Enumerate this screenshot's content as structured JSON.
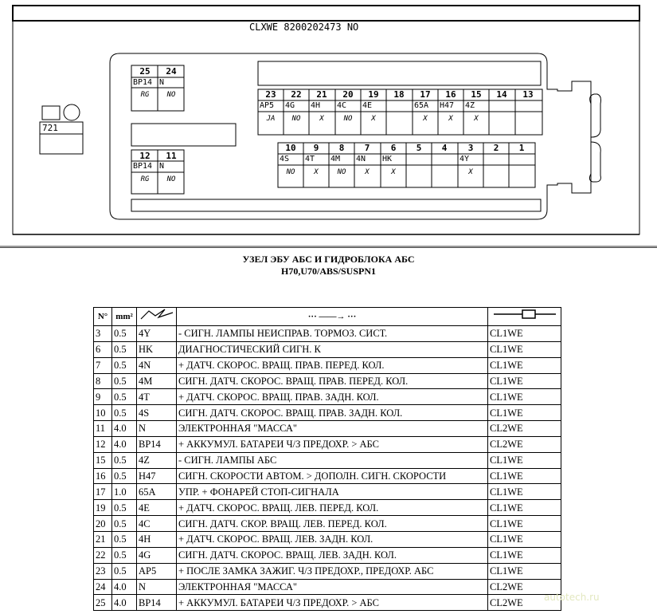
{
  "diagram": {
    "header_code": "CLXWE 8200202473 NO",
    "side_label": "721",
    "connector_a": {
      "pins": [
        {
          "num": "25",
          "code": "BP14",
          "sub": "RG"
        },
        {
          "num": "24",
          "code": "N",
          "sub": "NO"
        }
      ]
    },
    "connector_b": {
      "pins": [
        {
          "num": "12",
          "code": "BP14",
          "sub": "RG"
        },
        {
          "num": "11",
          "code": "N",
          "sub": "NO"
        }
      ]
    },
    "main_top_row": [
      {
        "num": "23",
        "code": "AP5",
        "sub": "JA"
      },
      {
        "num": "22",
        "code": "4G",
        "sub": "NO"
      },
      {
        "num": "21",
        "code": "4H",
        "sub": "X"
      },
      {
        "num": "20",
        "code": "4C",
        "sub": "NO"
      },
      {
        "num": "19",
        "code": "4E",
        "sub": "X"
      },
      {
        "num": "18",
        "code": "",
        "sub": ""
      },
      {
        "num": "17",
        "code": "65A",
        "sub": "X"
      },
      {
        "num": "16",
        "code": "H47",
        "sub": "X"
      },
      {
        "num": "15",
        "code": "4Z",
        "sub": "X"
      },
      {
        "num": "14",
        "code": "",
        "sub": ""
      },
      {
        "num": "13",
        "code": "",
        "sub": ""
      }
    ],
    "main_bottom_row": [
      {
        "num": "10",
        "code": "4S",
        "sub": "NO"
      },
      {
        "num": "9",
        "code": "4T",
        "sub": "X"
      },
      {
        "num": "8",
        "code": "4M",
        "sub": "NO"
      },
      {
        "num": "7",
        "code": "4N",
        "sub": "X"
      },
      {
        "num": "6",
        "code": "HK",
        "sub": "X"
      },
      {
        "num": "5",
        "code": "",
        "sub": ""
      },
      {
        "num": "4",
        "code": "",
        "sub": ""
      },
      {
        "num": "3",
        "code": "4Y",
        "sub": "X"
      },
      {
        "num": "2",
        "code": "",
        "sub": ""
      },
      {
        "num": "1",
        "code": "",
        "sub": ""
      }
    ]
  },
  "title": {
    "line1": "УЗЕЛ ЭБУ АБС И ГИДРОБЛОКА АБС",
    "line2": "H70,U70/ABS/SUSPN1"
  },
  "table": {
    "headers": {
      "no": "N°",
      "mm": "mm²",
      "code_icon": "wire-icon",
      "desc": "··· ——→ ···",
      "conn_icon": "connector-icon"
    },
    "rows": [
      {
        "no": "3",
        "mm": "0.5",
        "code": "4Y",
        "desc": "- СИГН. ЛАМПЫ НЕИСПРАВ. ТОРМОЗ. СИСТ.",
        "conn": "CL1WE"
      },
      {
        "no": "6",
        "mm": "0.5",
        "code": "HK",
        "desc": "ДИАГНОСТИЧЕСКИЙ СИГН. К",
        "conn": "CL1WE"
      },
      {
        "no": "7",
        "mm": "0.5",
        "code": "4N",
        "desc": "+ ДАТЧ. СКОРОС. ВРАЩ. ПРАВ. ПЕРЕД. КОЛ.",
        "conn": "CL1WE"
      },
      {
        "no": "8",
        "mm": "0.5",
        "code": "4M",
        "desc": "СИГН. ДАТЧ. СКОРОС. ВРАЩ. ПРАВ. ПЕРЕД. КОЛ.",
        "conn": "CL1WE"
      },
      {
        "no": "9",
        "mm": "0.5",
        "code": "4T",
        "desc": "+ ДАТЧ. СКОРОС. ВРАЩ. ПРАВ. ЗАДН. КОЛ.",
        "conn": "CL1WE"
      },
      {
        "no": "10",
        "mm": "0.5",
        "code": "4S",
        "desc": "СИГН. ДАТЧ. СКОРОС. ВРАЩ. ПРАВ. ЗАДН. КОЛ.",
        "conn": "CL1WE"
      },
      {
        "no": "11",
        "mm": "4.0",
        "code": "N",
        "desc": "ЭЛЕКТРОННАЯ \"МАССА\"",
        "conn": "CL2WE"
      },
      {
        "no": "12",
        "mm": "4.0",
        "code": "BP14",
        "desc": "+ АККУМУЛ. БАТАРЕИ Ч/З ПРЕДОХР. > АБС",
        "conn": "CL2WE"
      },
      {
        "no": "15",
        "mm": "0.5",
        "code": "4Z",
        "desc": "- СИГН. ЛАМПЫ АБС",
        "conn": "CL1WE"
      },
      {
        "no": "16",
        "mm": "0.5",
        "code": "H47",
        "desc": "СИГН. СКОРОСТИ АВТОМ. > ДОПОЛН. СИГН. СКОРОСТИ",
        "conn": "CL1WE"
      },
      {
        "no": "17",
        "mm": "1.0",
        "code": "65A",
        "desc": "УПР. + ФОНАРЕЙ СТОП-СИГНАЛА",
        "conn": "CL1WE"
      },
      {
        "no": "19",
        "mm": "0.5",
        "code": "4E",
        "desc": "+ ДАТЧ. СКОРОС. ВРАЩ. ЛЕВ. ПЕРЕД. КОЛ.",
        "conn": "CL1WE"
      },
      {
        "no": "20",
        "mm": "0.5",
        "code": "4C",
        "desc": "СИГН. ДАТЧ. СКОР. ВРАЩ. ЛЕВ. ПЕРЕД. КОЛ.",
        "conn": "CL1WE"
      },
      {
        "no": "21",
        "mm": "0.5",
        "code": "4H",
        "desc": "+ ДАТЧ. СКОРОС. ВРАЩ. ЛЕВ. ЗАДН. КОЛ.",
        "conn": "CL1WE"
      },
      {
        "no": "22",
        "mm": "0.5",
        "code": "4G",
        "desc": "СИГН. ДАТЧ. СКОРОС. ВРАЩ. ЛЕВ. ЗАДН. КОЛ.",
        "conn": "CL1WE"
      },
      {
        "no": "23",
        "mm": "0.5",
        "code": "AP5",
        "desc": "+ ПОСЛЕ ЗАМКА ЗАЖИГ. Ч/З ПРЕДОХР., ПРЕДОХР. АБС",
        "conn": "CL1WE"
      },
      {
        "no": "24",
        "mm": "4.0",
        "code": "N",
        "desc": "ЭЛЕКТРОННАЯ \"МАССА\"",
        "conn": "CL2WE"
      },
      {
        "no": "25",
        "mm": "4.0",
        "code": "BP14",
        "desc": "+ АККУМУЛ. БАТАРЕИ Ч/З ПРЕДОХР. > АБС",
        "conn": "CL2WE"
      }
    ]
  },
  "watermark": "autotech.ru"
}
